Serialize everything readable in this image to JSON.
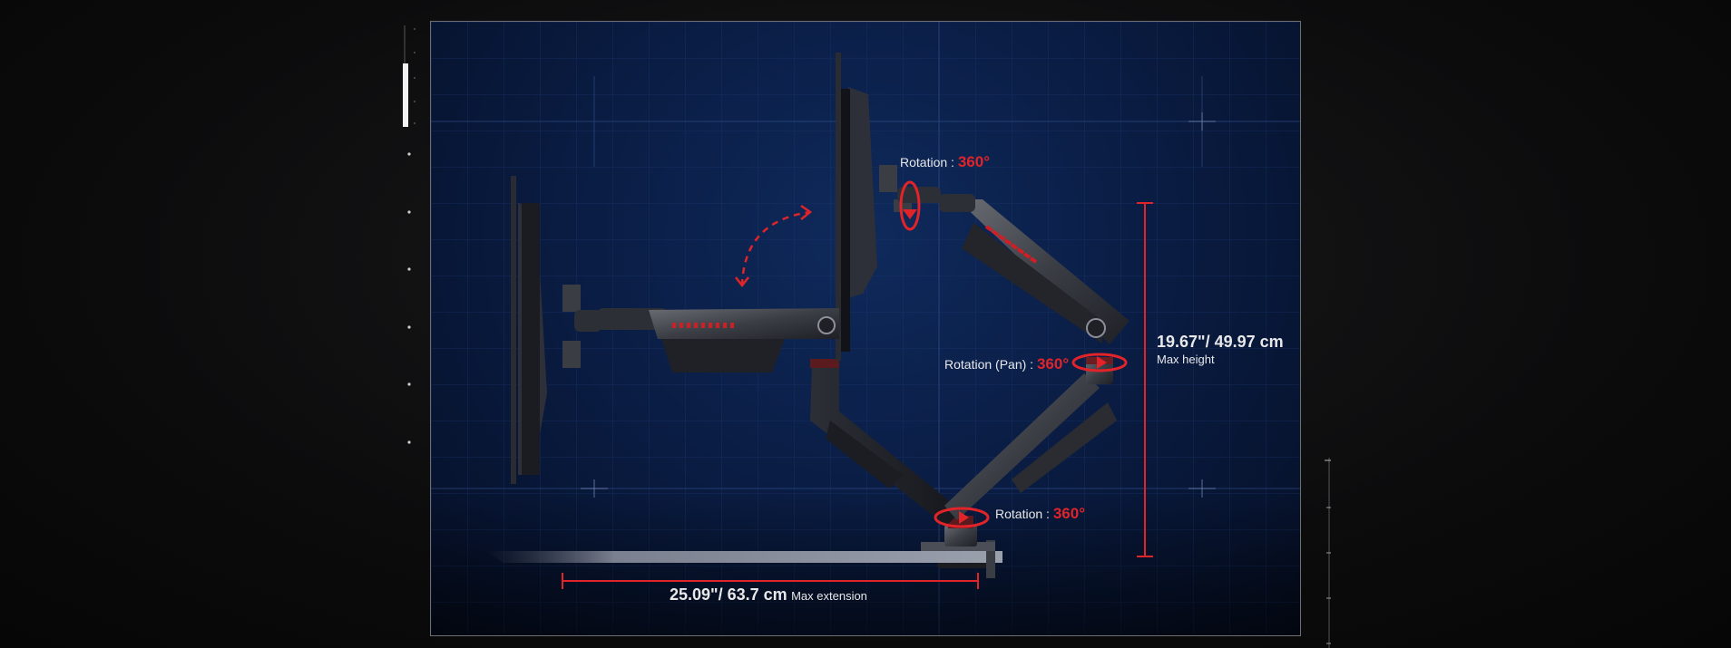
{
  "annotations": {
    "rotation_top": {
      "label": "Rotation :",
      "value": "360°"
    },
    "rotation_pan": {
      "label": "Rotation (Pan) :",
      "value": "360°"
    },
    "rotation_base": {
      "label": "Rotation :",
      "value": "360°"
    },
    "height": {
      "value": "19.67\"/ 49.97 cm",
      "caption": "Max height"
    },
    "extension": {
      "value": "25.09\"/ 63.7 cm",
      "caption": "Max extension"
    }
  },
  "colors": {
    "accent": "#e0242a",
    "blueprint": "#0a1d44",
    "frame": "#6d6f75"
  }
}
